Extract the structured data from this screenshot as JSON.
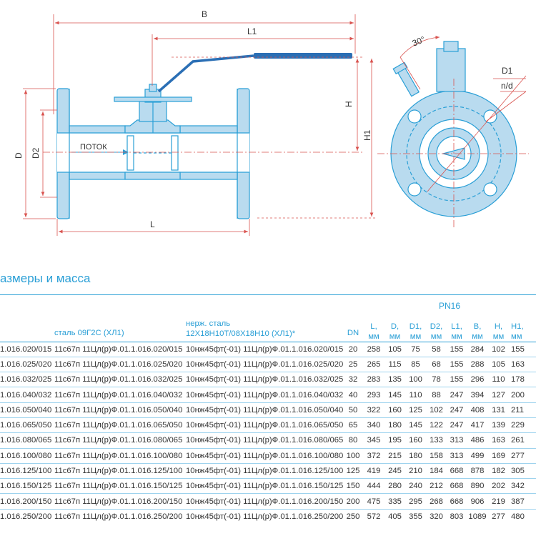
{
  "drawing": {
    "labels": {
      "B": "B",
      "L1": "L1",
      "H": "H",
      "H1": "H1",
      "D": "D",
      "D2": "D2",
      "L": "L",
      "flow": "ПОТОК",
      "angle": "30°",
      "D1": "D1",
      "nd": "n/d"
    },
    "colors": {
      "line": "#2a9fd6",
      "body": "#b9dbef",
      "handle": "#2b6fb5",
      "dim": "#d9534f"
    }
  },
  "section_title": "азмеры и масса",
  "table": {
    "pressure_label": "PN16",
    "headers": {
      "steel": "сталь 09Г2С (ХЛ1)",
      "stainless_line1": "нерж. сталь",
      "stainless_line2": "12Х18Н10Т/08Х18Н10 (ХЛ1)*",
      "dn": "DN",
      "L": "L,",
      "D": "D,",
      "D1": "D1,",
      "D2": "D2,",
      "L1": "L1,",
      "B": "B,",
      "H": "H,",
      "H1": "H1,",
      "unit": "мм"
    },
    "rows": [
      [
        "1.016.020/015",
        "11с67п 11Цл(р)Ф.01.1.016.020/015",
        "10нж45фт(-01) 11Цл(р)Ф.01.1.016.020/015",
        "20",
        "258",
        "105",
        "75",
        "58",
        "155",
        "284",
        "102",
        "155"
      ],
      [
        "1.016.025/020",
        "11с67п 11Цл(р)Ф.01.1.016.025/020",
        "10нж45фт(-01) 11Цл(р)Ф.01.1.016.025/020",
        "25",
        "265",
        "115",
        "85",
        "68",
        "155",
        "288",
        "105",
        "163"
      ],
      [
        "1.016.032/025",
        "11с67п 11Цл(р)Ф.01.1.016.032/025",
        "10нж45фт(-01) 11Цл(р)Ф.01.1.016.032/025",
        "32",
        "283",
        "135",
        "100",
        "78",
        "155",
        "296",
        "110",
        "178"
      ],
      [
        "1.016.040/032",
        "11с67п 11Цл(р)Ф.01.1.016.040/032",
        "10нж45фт(-01) 11Цл(р)Ф.01.1.016.040/032",
        "40",
        "293",
        "145",
        "110",
        "88",
        "247",
        "394",
        "127",
        "200"
      ],
      [
        "1.016.050/040",
        "11с67п 11Цл(р)Ф.01.1.016.050/040",
        "10нж45фт(-01) 11Цл(р)Ф.01.1.016.050/040",
        "50",
        "322",
        "160",
        "125",
        "102",
        "247",
        "408",
        "131",
        "211"
      ],
      [
        "1.016.065/050",
        "11с67п 11Цл(р)Ф.01.1.016.065/050",
        "10нж45фт(-01) 11Цл(р)Ф.01.1.016.065/050",
        "65",
        "340",
        "180",
        "145",
        "122",
        "247",
        "417",
        "139",
        "229"
      ],
      [
        "1.016.080/065",
        "11с67п 11Цл(р)Ф.01.1.016.080/065",
        "10нж45фт(-01) 11Цл(р)Ф.01.1.016.080/065",
        "80",
        "345",
        "195",
        "160",
        "133",
        "313",
        "486",
        "163",
        "261"
      ],
      [
        "1.016.100/080",
        "11с67п 11Цл(р)Ф.01.1.016.100/080",
        "10нж45фт(-01) 11Цл(р)Ф.01.1.016.100/080",
        "100",
        "372",
        "215",
        "180",
        "158",
        "313",
        "499",
        "169",
        "277"
      ],
      [
        "1.016.125/100",
        "11с67п 11Цл(р)Ф.01.1.016.125/100",
        "10нж45фт(-01) 11Цл(р)Ф.01.1.016.125/100",
        "125",
        "419",
        "245",
        "210",
        "184",
        "668",
        "878",
        "182",
        "305"
      ],
      [
        "1.016.150/125",
        "11с67п 11Цл(р)Ф.01.1.016.150/125",
        "10нж45фт(-01) 11Цл(р)Ф.01.1.016.150/125",
        "150",
        "444",
        "280",
        "240",
        "212",
        "668",
        "890",
        "202",
        "342"
      ],
      [
        "1.016.200/150",
        "11с67п 11Цл(р)Ф.01.1.016.200/150",
        "10нж45фт(-01) 11Цл(р)Ф.01.1.016.200/150",
        "200",
        "475",
        "335",
        "295",
        "268",
        "668",
        "906",
        "219",
        "387"
      ],
      [
        "1.016.250/200",
        "11с67п 11Цл(р)Ф.01.1.016.250/200",
        "10нж45фт(-01) 11Цл(р)Ф.01.1.016.250/200",
        "250",
        "572",
        "405",
        "355",
        "320",
        "803",
        "1089",
        "277",
        "480"
      ]
    ]
  }
}
